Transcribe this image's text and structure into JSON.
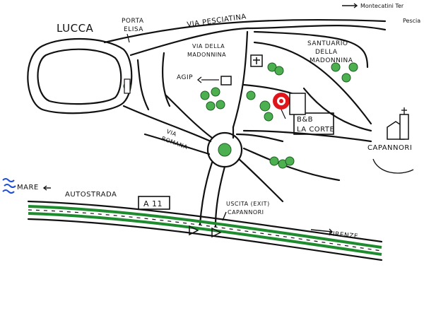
{
  "places": {
    "city": "LUCCA",
    "porta_line1": "PORTA",
    "porta_line2": "ELISA",
    "via_pesciatina": "VIA PESCIATINA",
    "montecatini": "Montecatini Ter",
    "pescia": "Pescia",
    "via_della": "VIA DELLA",
    "madonnina": "MADONNINA",
    "santuario_line1": "SANTUARIO",
    "santuario_line2": "DELLA",
    "santuario_line3": "MADONNINA",
    "agip": "AGIP",
    "bb_line1": "B&B",
    "bb_line2": "LA CORTE",
    "via_romana_line1": "VIA",
    "via_romana_line2": "ROMANA",
    "capannori": "CAPANNORI",
    "mare": "MARE",
    "autostrada": "AUTOSTRADA",
    "highway_badge": "A 11",
    "uscita_line1": "USCITA (EXIT)",
    "uscita_line2": "CAPANNORI",
    "firenze": "FIRENZE"
  },
  "colors": {
    "ink": "#111111",
    "highway_green": "#1e8c2e",
    "tree_green": "#4caf50",
    "marker_red": "#e0151b",
    "sea_blue": "#1f4fd1"
  },
  "icons": {
    "marker": "location-pin-icon",
    "church": "church-icon",
    "cross": "cross-icon",
    "fuel": "fuel-station-icon",
    "waves": "waves-icon"
  }
}
